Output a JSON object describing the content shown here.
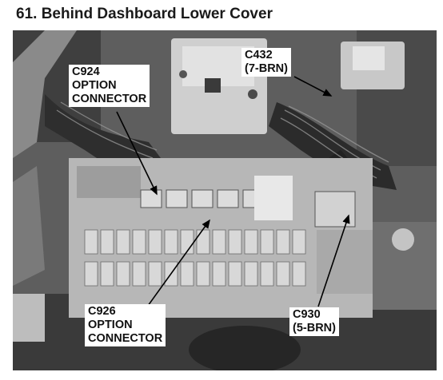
{
  "title": "61. Behind Dashboard Lower Cover",
  "callouts": {
    "c924": {
      "id": "C924",
      "line2": "OPTION",
      "line3": "CONNECTOR"
    },
    "c432": {
      "id": "C432",
      "line2": "(7-BRN)"
    },
    "c926": {
      "id": "C926",
      "line2": "OPTION",
      "line3": "CONNECTOR"
    },
    "c930": {
      "id": "C930",
      "line2": "(5-BRN)"
    }
  }
}
